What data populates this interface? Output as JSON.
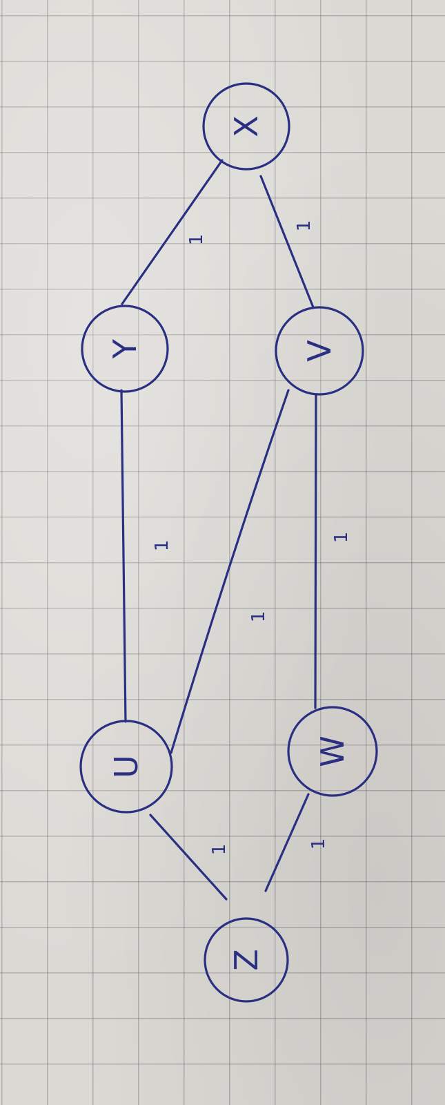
{
  "diagram": {
    "nodes": [
      {
        "id": "X",
        "label": "X"
      },
      {
        "id": "Y",
        "label": "Y"
      },
      {
        "id": "V",
        "label": "V"
      },
      {
        "id": "U",
        "label": "U"
      },
      {
        "id": "W",
        "label": "W"
      },
      {
        "id": "Z",
        "label": "Z"
      }
    ],
    "edges": [
      {
        "from": "X",
        "to": "Y",
        "weight": "1"
      },
      {
        "from": "X",
        "to": "V",
        "weight": "1"
      },
      {
        "from": "Y",
        "to": "U",
        "weight": "1"
      },
      {
        "from": "V",
        "to": "U",
        "weight": "1"
      },
      {
        "from": "V",
        "to": "W",
        "weight": "1"
      },
      {
        "from": "U",
        "to": "Z",
        "weight": "1"
      },
      {
        "from": "W",
        "to": "Z",
        "weight": "1"
      }
    ],
    "ink_color": "#2b2f82"
  }
}
